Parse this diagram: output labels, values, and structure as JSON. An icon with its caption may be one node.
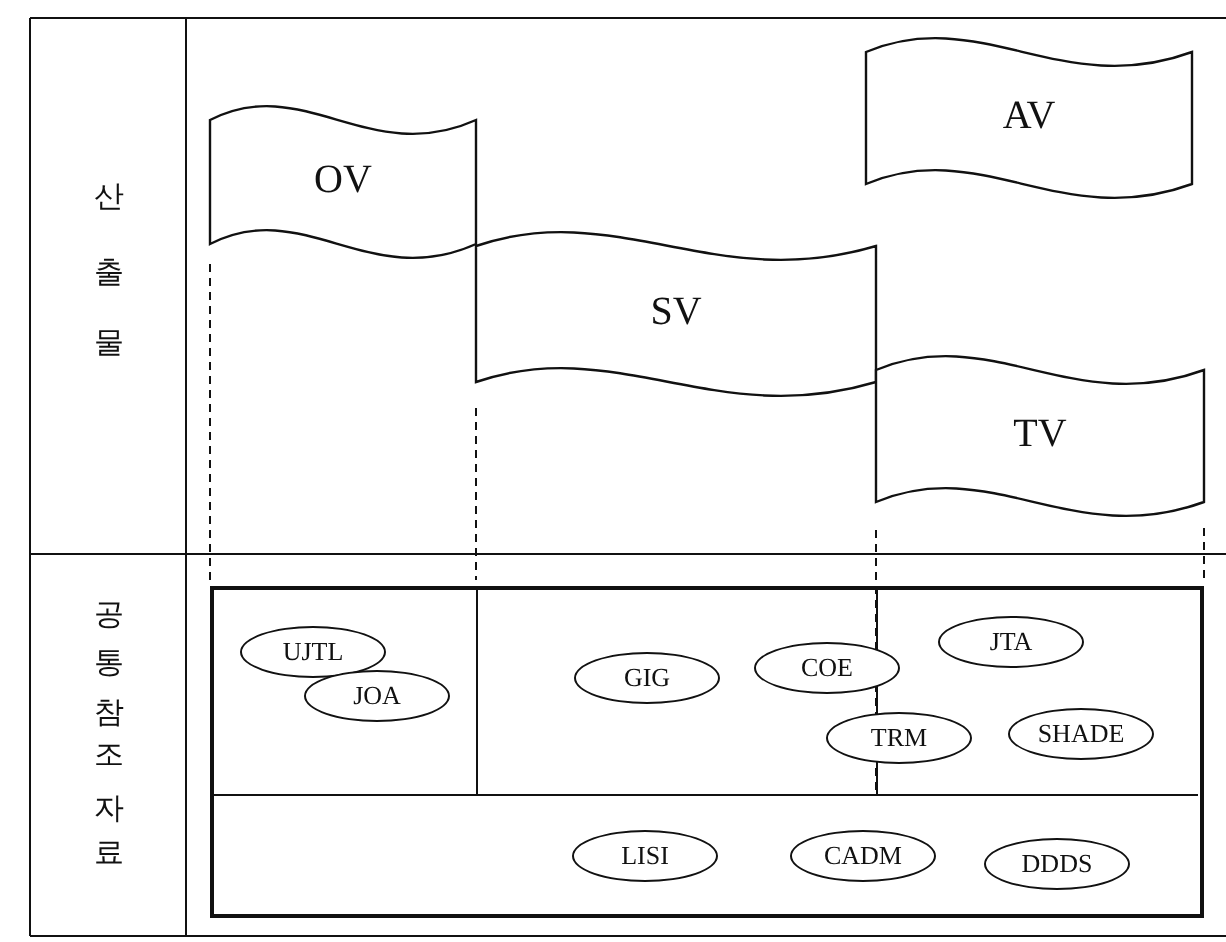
{
  "diagram": {
    "nodes": [
      {
        "text": [
          "OV"
        ]
      },
      {
        "text": [
          "SV"
        ]
      },
      {
        "text": [
          "AV"
        ]
      },
      {
        "text": [
          "TV"
        ]
      },
      {
        "text": [],
        "shape": "box"
      },
      {
        "text": [
          "UJTL"
        ],
        "in": 4
      },
      {
        "text": [
          "JOA"
        ],
        "in": 4
      },
      {
        "text": [
          "GIG"
        ],
        "in": 4
      },
      {
        "text": [
          "COE"
        ],
        "in": 4
      },
      {
        "text": [
          "JTA"
        ],
        "in": 4
      },
      {
        "text": [
          "TRM"
        ],
        "in": 4
      },
      {
        "text": [
          "SHADE"
        ],
        "in": 4
      },
      {
        "text": [
          "LISI"
        ],
        "in": 4
      },
      {
        "text": [
          "CADM"
        ],
        "in": 4
      },
      {
        "text": [
          "DDDS"
        ],
        "in": 4
      }
    ],
    "edges": [],
    "labels": [
      "산출물",
      "공통참조자료"
    ]
  }
}
